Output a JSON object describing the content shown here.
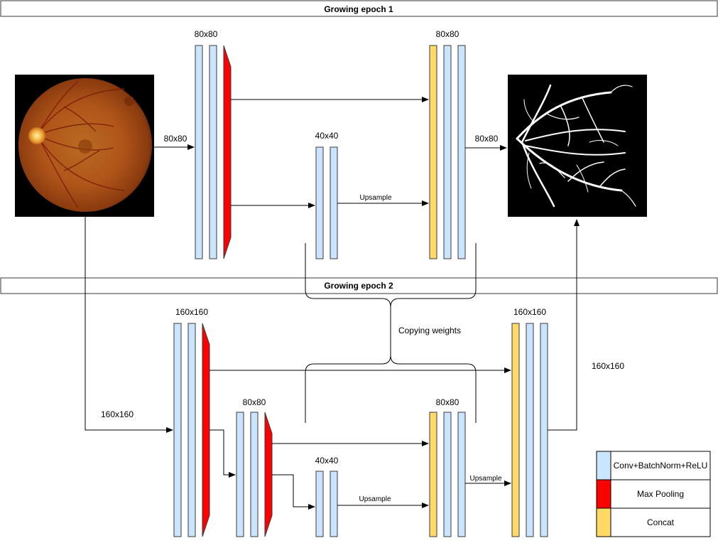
{
  "epoch1": {
    "title": "Growing epoch 1",
    "enc1_size": "80x80",
    "dec1_size": "80x80",
    "bottleneck_size": "40x40",
    "input_size": "80x80",
    "output_size": "80x80",
    "upsample": "Upsample"
  },
  "epoch2": {
    "title": "Growing epoch 2",
    "enc1_size": "160x160",
    "dec1_size": "160x160",
    "enc2_size": "80x80",
    "dec2_size": "80x80",
    "bottleneck_size": "40x40",
    "input_size": "160x160",
    "output_size": "160x160",
    "upsample_inner": "Upsample",
    "upsample_outer": "Upsample"
  },
  "copy_label": "Copying weights",
  "legend": {
    "items": [
      {
        "label": "Conv+BatchNorm+ReLU",
        "color": "#cce5ff"
      },
      {
        "label": "Max Pooling",
        "color": "#ff0000"
      },
      {
        "label": "Concat",
        "color": "#ffd966"
      }
    ]
  },
  "images": {
    "input": "retina-fundus-image",
    "output": "vessel-segmentation-mask"
  }
}
